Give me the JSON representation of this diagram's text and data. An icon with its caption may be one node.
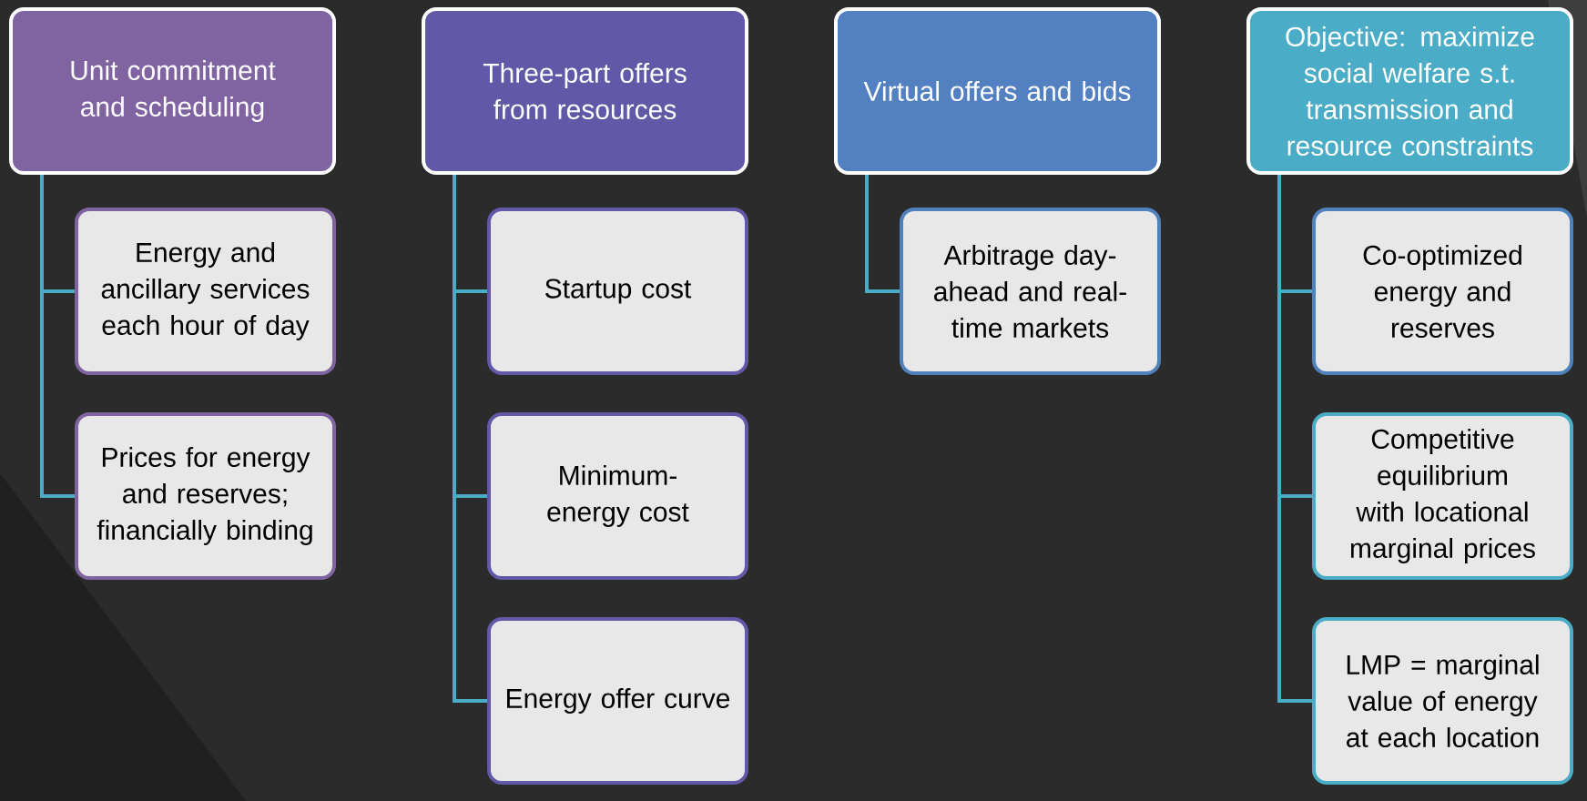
{
  "diagram": {
    "nodes": [
      {
        "text": [
          "Unit commitment and scheduling"
        ]
      },
      {
        "text": [
          "Energy and ancillary services each hour of day"
        ]
      },
      {
        "text": [
          "Prices for energy and reserves; financially binding"
        ]
      },
      {
        "text": [
          "Three-part offers from resources"
        ]
      },
      {
        "text": [
          "Startup cost"
        ]
      },
      {
        "text": [
          "Minimum-energy cost"
        ]
      },
      {
        "text": [
          "Energy offer curve"
        ]
      },
      {
        "text": [
          "Virtual offers and bids"
        ]
      },
      {
        "text": [
          "Arbitrage day-ahead and real-time markets"
        ]
      },
      {
        "text": [
          "Objective: maximize social welfare s.t. transmission and resource constraints"
        ]
      },
      {
        "text": [
          "Co-optimized energy and reserves"
        ]
      },
      {
        "text": [
          "Competitive equilibrium with locational marginal prices"
        ]
      },
      {
        "text": [
          "LMP = marginal value of energy at each location"
        ]
      }
    ],
    "edges": [
      {
        "from": 0,
        "to": 1,
        "arrow": "none"
      },
      {
        "from": 0,
        "to": 2,
        "arrow": "none"
      },
      {
        "from": 3,
        "to": 4,
        "arrow": "none"
      },
      {
        "from": 3,
        "to": 5,
        "arrow": "none"
      },
      {
        "from": 3,
        "to": 6,
        "arrow": "none"
      },
      {
        "from": 7,
        "to": 8,
        "arrow": "none"
      },
      {
        "from": 9,
        "to": 10,
        "arrow": "none"
      },
      {
        "from": 9,
        "to": 11,
        "arrow": "none"
      },
      {
        "from": 9,
        "to": 12,
        "arrow": "none"
      }
    ]
  }
}
